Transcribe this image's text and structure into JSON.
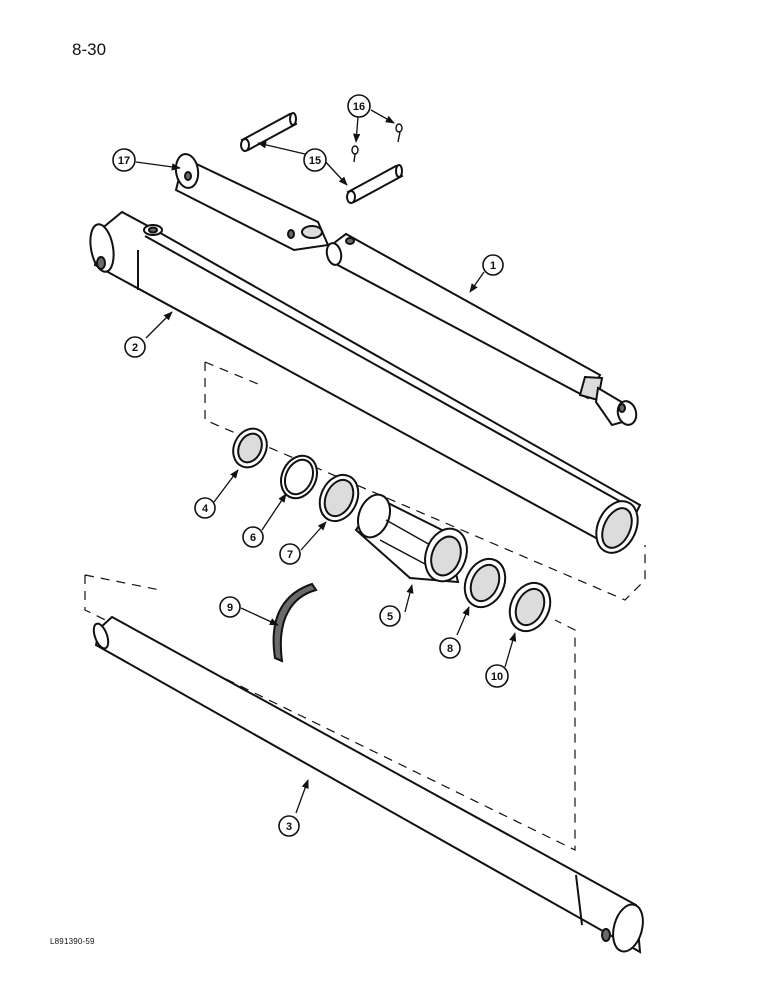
{
  "page_number": "8-30",
  "figure_code": "L891390-59",
  "callouts": [
    {
      "id": "c1",
      "label": "1"
    },
    {
      "id": "c2",
      "label": "2"
    },
    {
      "id": "c3",
      "label": "3"
    },
    {
      "id": "c4",
      "label": "4"
    },
    {
      "id": "c5",
      "label": "5"
    },
    {
      "id": "c6",
      "label": "6"
    },
    {
      "id": "c7",
      "label": "7"
    },
    {
      "id": "c8",
      "label": "8"
    },
    {
      "id": "c9",
      "label": "9"
    },
    {
      "id": "c10",
      "label": "10"
    },
    {
      "id": "c15",
      "label": "15"
    },
    {
      "id": "c16",
      "label": "16"
    },
    {
      "id": "c17",
      "label": "17"
    }
  ]
}
